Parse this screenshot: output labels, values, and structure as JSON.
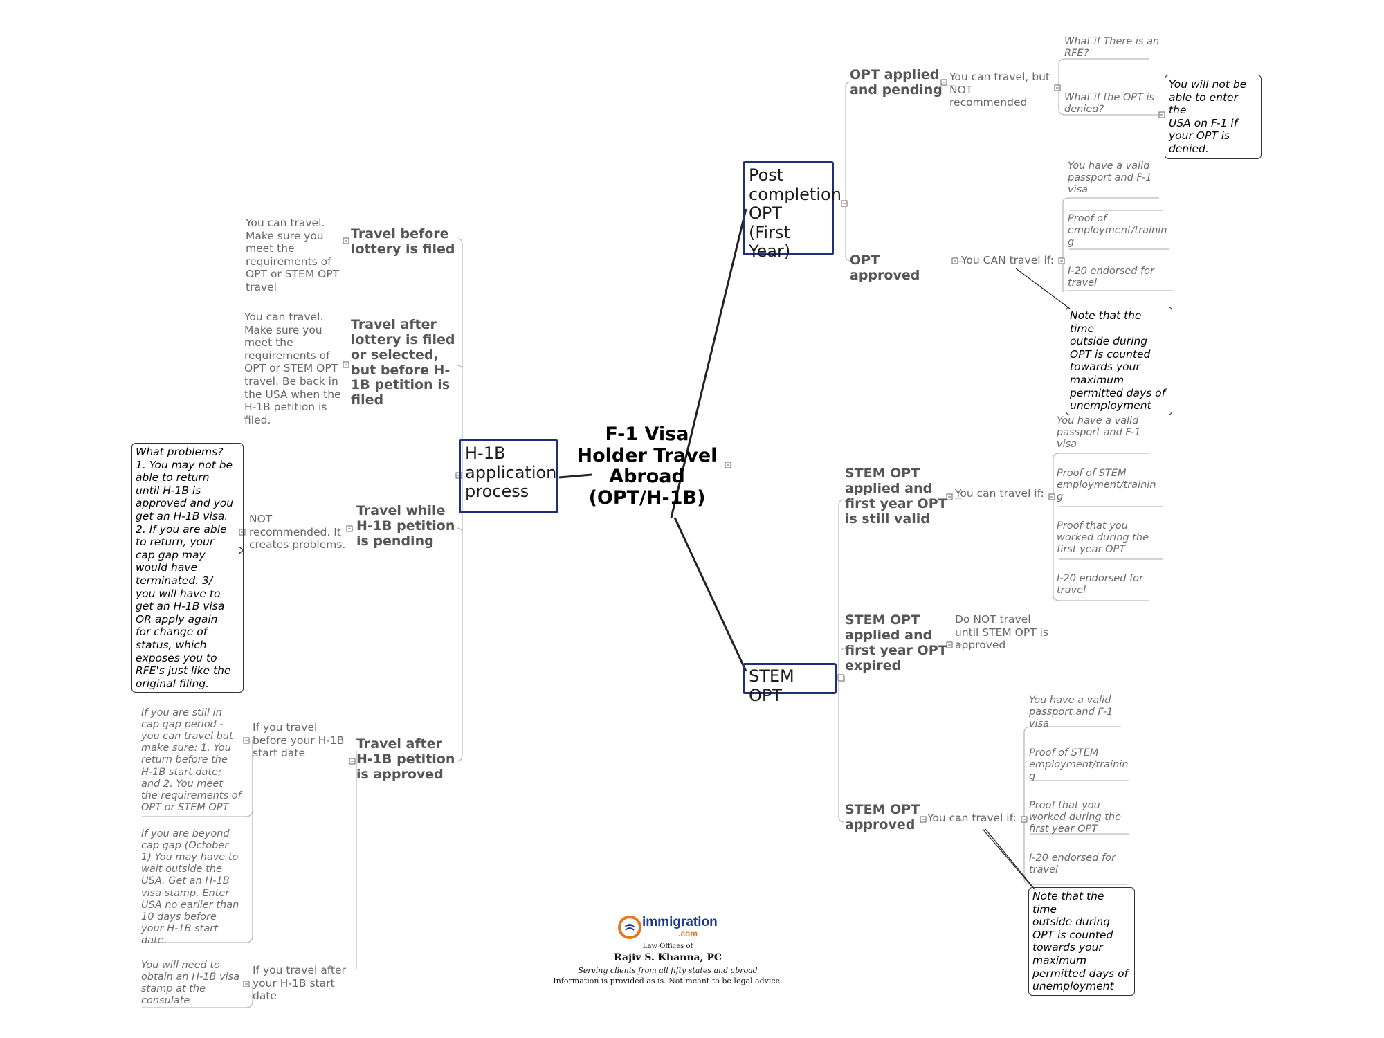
{
  "root": {
    "title": "F-1 Visa\nHolder Travel\nAbroad\n(OPT/H-1B)"
  },
  "h1b": {
    "label": "H-1B\napplication\nprocess",
    "before_lottery": {
      "title": "Travel before\nlottery is filed",
      "note": "You can travel.\nMake sure you\nmeet the\nrequirements of\nOPT or STEM OPT\ntravel"
    },
    "after_lottery": {
      "title": "Travel after\nlottery is filed\nor selected,\nbut before H-\n1B petition is\nfiled",
      "note": "You can travel.\nMake sure you\nmeet the\nrequirements of\nOPT or STEM OPT\ntravel. Be back in\nthe USA when the\nH-1B petition is\nfiled."
    },
    "pending": {
      "title": "Travel while\nH-1B petition\nis pending",
      "note": "NOT\nrecommended. It\ncreates problems.",
      "callout": "What problems?\n1. You may not be\nable to return\nuntil H-1B is\napproved and you\nget an H-1B visa.\n2. If you are able\nto return, your\ncap gap may\nwould have\nterminated. 3/\nyou will have to\nget an H-1B visa\nOR apply again\nfor change of\nstatus, which\nexposes you to\nRFE's just like the\noriginal filing."
    },
    "approved": {
      "title": "Travel after\nH-1B petition\nis approved",
      "before_start": {
        "label": "If you travel\nbefore your H-1B\nstart date",
        "notes": [
          "If you are still in\ncap gap period -\nyou can travel but\nmake sure: 1. You\nreturn before the\nH-1B start date;\nand 2. You meet\nthe requirements of\nOPT or STEM OPT",
          "If you are beyond\ncap gap (October\n1) You may have to\nwait outside the\nUSA. Get an H-1B\nvisa stamp. Enter\nUSA no earlier than\n10 days before\nyour H-1B start\ndate."
        ]
      },
      "after_start": {
        "label": "If you travel after\nyour H-1B start\ndate",
        "note": "You will need to\nobtain an H-1B visa\nstamp at the\nconsulate"
      }
    }
  },
  "post_opt": {
    "label": "Post\ncompletion\nOPT (First\nYear)",
    "pending": {
      "title": "OPT applied\nand pending",
      "answer": "You can travel, but\nNOT\nrecommended",
      "q1": "What if There is an\nRFE?",
      "q2": "What if the OPT is\ndenied?",
      "callout": "You will not be\nable to enter the\nUSA on F-1 if\nyour OPT is\ndenied."
    },
    "approved": {
      "title": "OPT approved",
      "answer": "You CAN travel if:",
      "items": [
        "You have a valid\npassport and F-1\nvisa",
        "Proof of\nemployment/trainin\ng",
        "I-20 endorsed for\ntravel"
      ],
      "callout": "Note that the time\noutside during\nOPT is counted\ntowards your\nmaximum\npermitted days of\nunemployment"
    }
  },
  "stem": {
    "label": "STEM OPT",
    "valid": {
      "title": "STEM OPT\napplied and\nfirst year OPT\nis still valid",
      "answer": "You can travel if:",
      "items": [
        "You have a valid\npassport and F-1\nvisa",
        "Proof of STEM\nemployment/trainin\ng",
        "Proof that you\nworked during the\nfirst year OPT",
        "I-20 endorsed for\ntravel"
      ]
    },
    "expired": {
      "title": "STEM OPT\napplied and\nfirst year OPT\nexpired",
      "answer": "Do NOT travel\nuntil STEM OPT is\napproved"
    },
    "approved": {
      "title": "STEM OPT\napproved",
      "answer": "You can travel if:",
      "items": [
        "You have a valid\npassport and F-1\nvisa",
        "Proof of STEM\nemployment/trainin\ng",
        "Proof that you\nworked during the\nfirst year OPT",
        "I-20 endorsed for\ntravel"
      ],
      "callout": "Note that the time\noutside during\nOPT is counted\ntowards your\nmaximum\npermitted days of\nunemployment"
    }
  },
  "footer": {
    "logo_text": "immigration",
    "logo_sub": ".com",
    "law_offices": "Law Offices of",
    "firm": "Rajiv S. Khanna, PC",
    "serving": "Serving clients from all fifty states and abroad",
    "disclaimer": "Information is provided as is. Not meant to be legal advice."
  },
  "colors": {
    "node_border": "#1f2f7a",
    "line": "#222222",
    "thin_line": "#bbbbbb",
    "logo_orange": "#e8761e",
    "logo_blue": "#1d3a8a"
  }
}
